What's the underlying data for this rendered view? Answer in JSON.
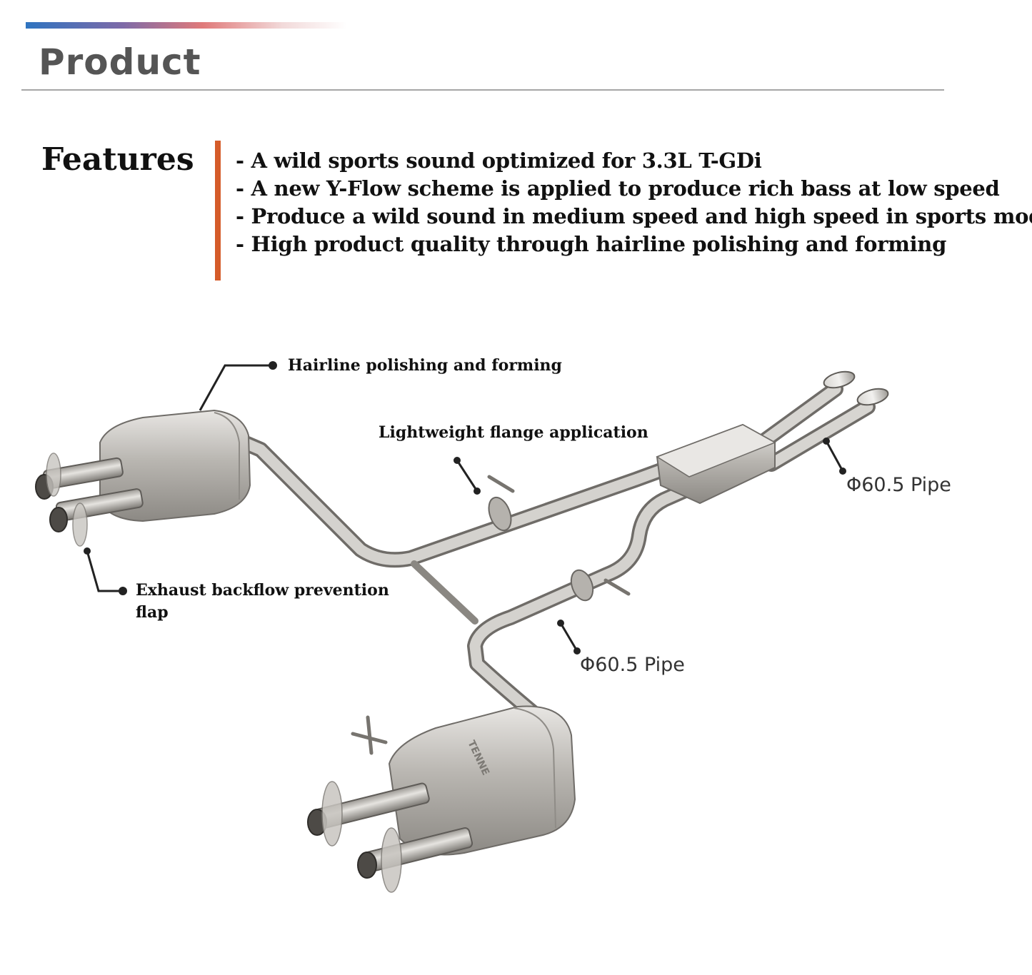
{
  "header": {
    "title": "Product",
    "accent_colors": [
      "#2f74c0",
      "#e07a7a"
    ]
  },
  "features": {
    "label": "Features",
    "divider_color": "#d55c2a",
    "items": [
      "- A wild sports sound optimized for 3.3L T-GDi",
      "- A new Y-Flow scheme is applied to produce rich bass at low speed",
      "- Produce a wild sound in medium speed and high speed in sports mode",
      "- High product quality through hairline polishing and forming"
    ]
  },
  "diagram": {
    "callouts": {
      "hairline": "Hairline polishing and forming",
      "flange": "Lightweight flange application",
      "backflow_line1": "Exhaust backflow prevention",
      "backflow_line2": "flap",
      "pipe_upper": "Φ60.5 Pipe",
      "pipe_lower": "Φ60.5 Pipe"
    },
    "muffler_brand": "TENNE",
    "icons": [
      "exhaust-system-illustration"
    ]
  }
}
